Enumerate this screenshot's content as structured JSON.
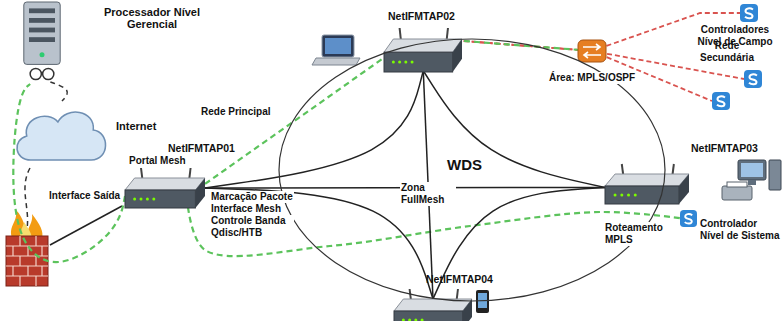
{
  "diagram": {
    "nodes": [
      {
        "text": [
          "Processador Nível Gerencial"
        ]
      },
      {
        "text": [
          "Internet"
        ]
      },
      {
        "text": [
          "NetIFMTAP01"
        ]
      },
      {
        "text": [
          "NetIFMTAP02"
        ]
      },
      {
        "text": [
          "NetIFMTAP03"
        ]
      },
      {
        "text": [
          "NetIFMTAP04"
        ]
      },
      {
        "text": [
          "WDS",
          "Zona FullMesh"
        ]
      },
      {
        "text": [
          "Controladores Nível de Campo"
        ]
      },
      {
        "text": [
          "Rede Secundária"
        ]
      },
      {
        "text": [
          "Controlador Nível de Sistema"
        ]
      }
    ],
    "edges": [
      {
        "from": 0,
        "to": 1,
        "arrow": "none"
      },
      {
        "from": 2,
        "to": 0,
        "arrow": "none"
      },
      {
        "from": 2,
        "to": 3,
        "label": "Rede Principal",
        "arrow": "none"
      },
      {
        "from": 3,
        "to": 7,
        "arrow": "none"
      },
      {
        "from": 3,
        "to": 8,
        "arrow": "none"
      },
      {
        "from": 2,
        "to": 9,
        "arrow": "none"
      },
      {
        "from": 2,
        "to": 3,
        "arrow": "none"
      },
      {
        "from": 3,
        "to": 4,
        "arrow": "none"
      },
      {
        "from": 4,
        "to": 5,
        "arrow": "none"
      },
      {
        "from": 5,
        "to": 2,
        "arrow": "none"
      },
      {
        "from": 2,
        "to": 4,
        "arrow": "none"
      },
      {
        "from": 3,
        "to": 5,
        "arrow": "none"
      }
    ],
    "labels": [
      "Portal Mesh",
      "Marcação Pacote",
      "Interface Mesh",
      "Controle Banda Qdisc/HTB",
      "Interface Saída",
      "Área: MPLS/OSPF",
      "Roteamento MPLS"
    ]
  }
}
